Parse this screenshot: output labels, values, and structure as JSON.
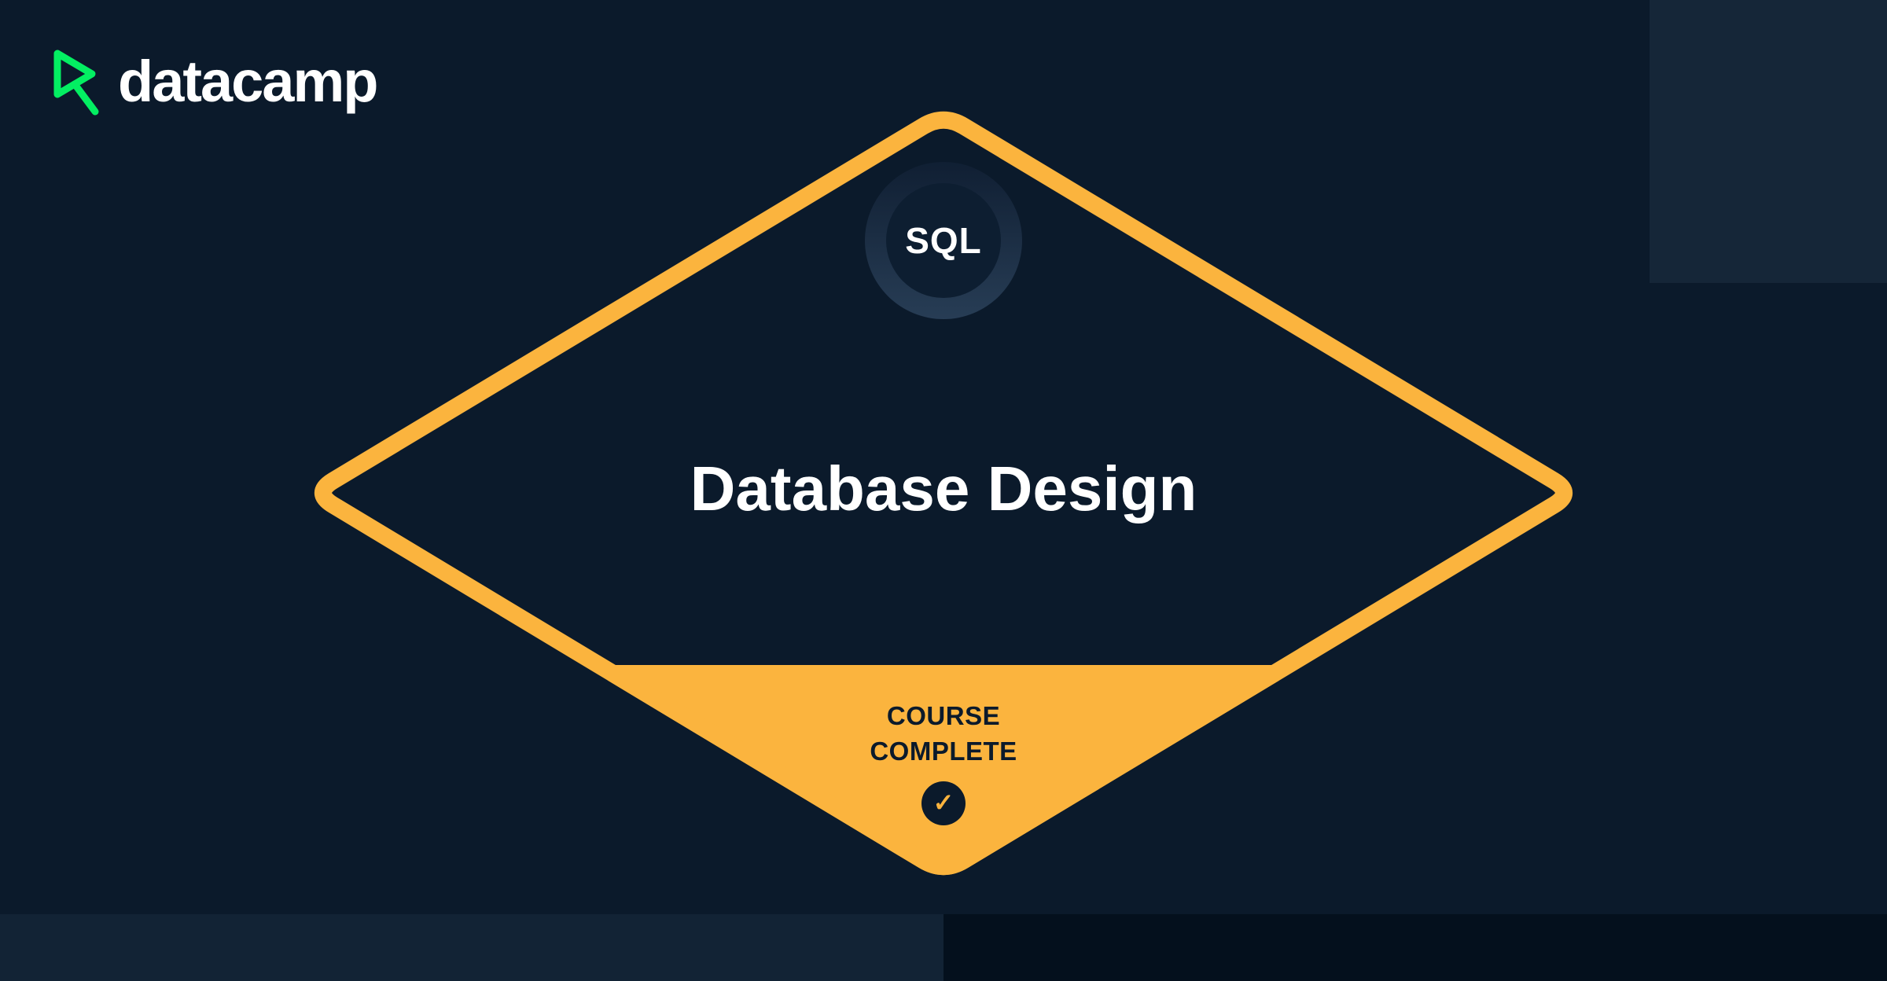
{
  "colors": {
    "background": "#0B1A2B",
    "accent": "#FBB43E",
    "logo_green": "#03EF62",
    "text_light": "#FFFFFF",
    "block_light": "#152638",
    "block_mid": "#122335",
    "block_dark": "#04101D"
  },
  "logo": {
    "wordmark": "datacamp"
  },
  "badge": {
    "technology": "SQL",
    "title": "Database Design",
    "status": {
      "line1": "COURSE",
      "line2": "COMPLETE"
    },
    "check_icon": "✓"
  }
}
